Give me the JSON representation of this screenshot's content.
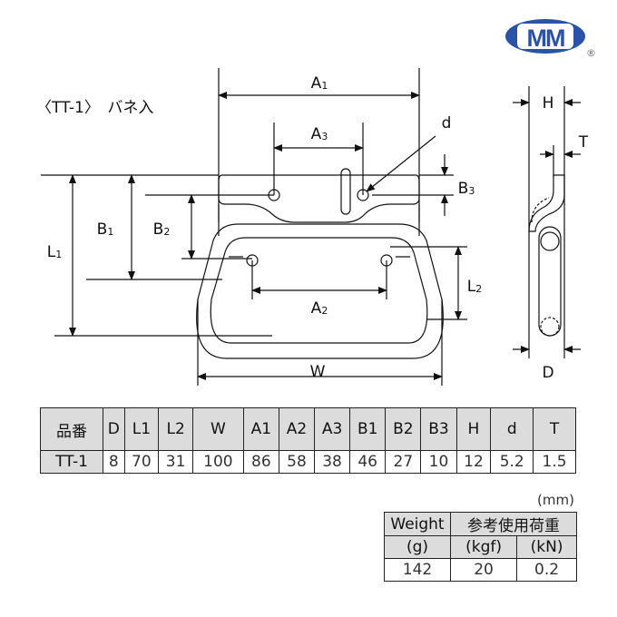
{
  "title": "〈TT-1〉　バネ入",
  "logo": {
    "text": "MM",
    "registered": "®",
    "color": "#2a52a6"
  },
  "dimensions": {
    "A1": "A",
    "A1_sub": "1",
    "A2": "A",
    "A2_sub": "2",
    "A3": "A",
    "A3_sub": "3",
    "B1": "B",
    "B1_sub": "1",
    "B2": "B",
    "B2_sub": "2",
    "B3": "B",
    "B3_sub": "3",
    "L1": "L",
    "L1_sub": "1",
    "L2": "L",
    "L2_sub": "2",
    "W": "W",
    "d": "d",
    "H": "H",
    "T": "T",
    "D": "D"
  },
  "spec_table": {
    "headers": [
      "品番",
      "D",
      "L1",
      "L2",
      "W",
      "A1",
      "A2",
      "A3",
      "B1",
      "B2",
      "B3",
      "H",
      "d",
      "T"
    ],
    "row": [
      "TT-1",
      "8",
      "70",
      "31",
      "100",
      "86",
      "58",
      "38",
      "46",
      "27",
      "10",
      "12",
      "5.2",
      "1.5"
    ]
  },
  "weight_table": {
    "unit": "(mm)",
    "weight_label": "Weight",
    "weight_unit": "(g)",
    "load_label": "参考使用荷重",
    "kgf_unit": "(kgf)",
    "kn_unit": "(kN)",
    "weight": "142",
    "kgf": "20",
    "kn": "0.2"
  }
}
